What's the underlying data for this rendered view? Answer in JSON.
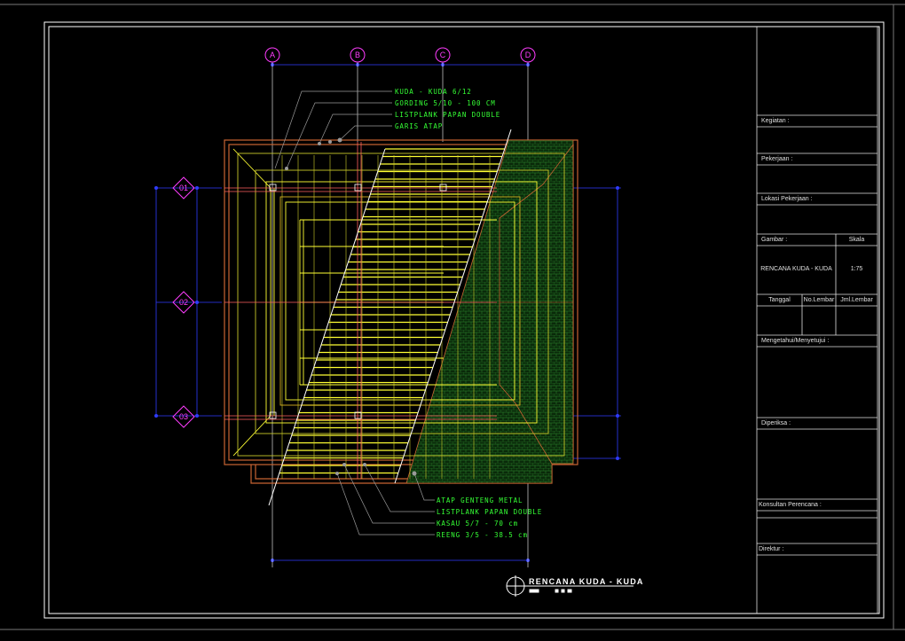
{
  "drawing": {
    "title": "RENCANA KUDA - KUDA",
    "grid_columns": [
      "A",
      "B",
      "C",
      "D"
    ],
    "grid_rows": [
      "01",
      "02",
      "03"
    ],
    "notes_top": [
      "KUDA - KUDA 6/12",
      "GORDING 5/10 - 100 CM",
      "LISTPLANK PAPAN DOUBLE",
      "GARIS ATAP"
    ],
    "notes_bottom": [
      "ATAP GENTENG METAL",
      "LISTPLANK PAPAN DOUBLE",
      "KASAU 5/7 - 70 cm",
      "REENG 3/5 - 38.5 cm"
    ]
  },
  "title_block": {
    "kegiatan": "Kegiatan :",
    "pekerjaan": "Pekerjaan :",
    "lokasi": "Lokasi Pekerjaan :",
    "gambar_label": "Gambar :",
    "skala_label": "Skala",
    "gambar_value": "RENCANA KUDA - KUDA",
    "skala_value": "1:75",
    "tanggal": "Tanggal",
    "no_lembar": "No.Lembar",
    "jml_lembar": "Jml.Lembar",
    "mengetahui": "Mengetahui/Menyetujui :",
    "diperiksa": "Diperiksa :",
    "konsultan": "Konsultan Perencana :",
    "direktur": "Direktur :"
  },
  "colors": {
    "background": "#000000",
    "frame": "#ffffff",
    "green_text": "#35ff35",
    "grid_bubble": "#ff3cff",
    "dimension": "#2f3cff",
    "framing_yellow": "#ffff33",
    "roof_outline": "#c86432",
    "roof_tile": "#1e5a1e"
  }
}
